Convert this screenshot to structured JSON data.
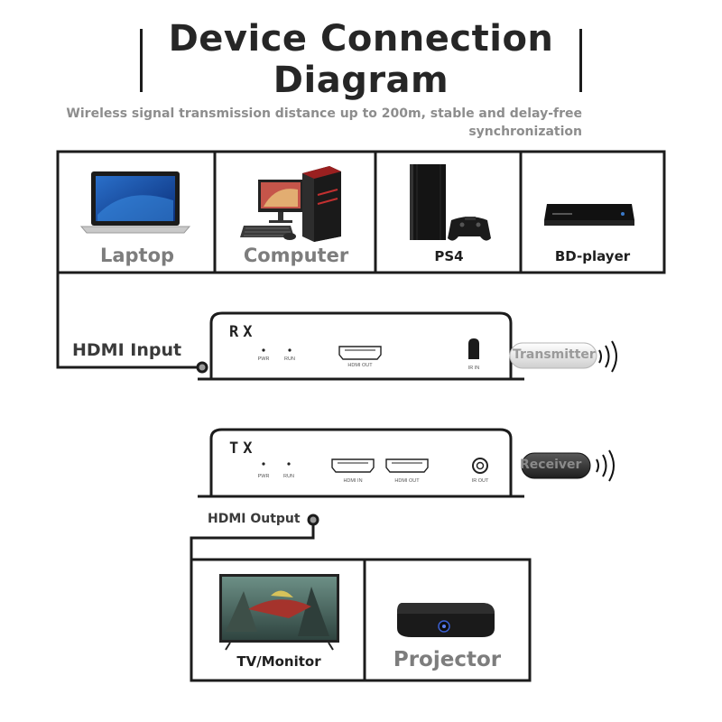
{
  "header": {
    "title": "Device Connection Diagram",
    "subtitle": "Wireless signal transmission distance up to 200m, stable and delay-free synchronization"
  },
  "sources": [
    {
      "label": "Laptop",
      "icon": "laptop-icon"
    },
    {
      "label": "Computer",
      "icon": "desktop-computer-icon"
    },
    {
      "label": "PS4",
      "icon": "ps4-console-icon"
    },
    {
      "label": "BD-player",
      "icon": "bluray-player-icon"
    }
  ],
  "rx": {
    "name": "RX",
    "pwr": "PWR",
    "run": "RUN",
    "port": "HDMI OUT",
    "ir": "IR IN",
    "input_label": "HDMI Input",
    "dongle": "Transmitter"
  },
  "tx": {
    "name": "TX",
    "pwr": "PWR",
    "run": "RUN",
    "port_in": "HDMI IN",
    "port_out": "HDMI OUT",
    "ir": "IR OUT",
    "output_label": "HDMI Output",
    "dongle": "Receiver"
  },
  "outputs": [
    {
      "label": "TV/Monitor",
      "icon": "tv-monitor-icon"
    },
    {
      "label": "Projector",
      "icon": "projector-icon"
    }
  ],
  "colors": {
    "line": "#1c1c1c",
    "label_grey": "#7d7d7d",
    "subtitle_grey": "#8d8d8d",
    "dongle_light": "#e9e9e9",
    "dongle_dark": "#3a3a3a"
  }
}
